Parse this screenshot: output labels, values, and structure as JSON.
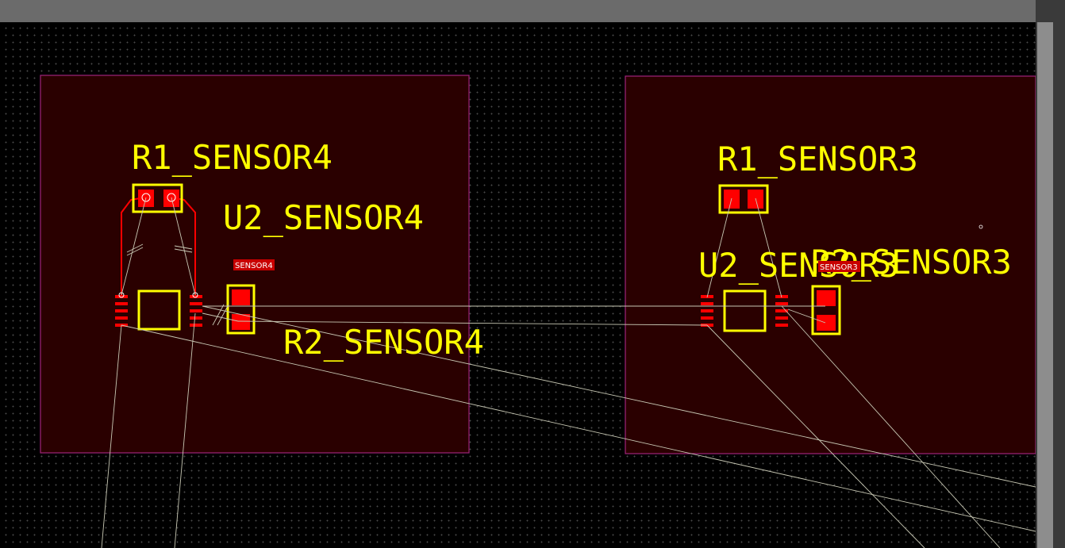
{
  "editor": {
    "colors": {
      "background": "#000000",
      "grid_dot": "#4a4a4a",
      "board_fill": "#2a0000",
      "board_outline": "#a0237a",
      "silkscreen": "#ffff00",
      "copper": "#ff0000",
      "ratsnest": "#c8c8b4",
      "toolbar": "#6b6b6b",
      "scrollbar": "#8d8d8d"
    }
  },
  "boards": [
    {
      "name": "SENSOR4",
      "tag": "SENSOR4",
      "labels": {
        "r1": "R1_SENSOR4",
        "u2": "U2_SENSOR4",
        "r2": "R2_SENSOR4"
      }
    },
    {
      "name": "SENSOR3",
      "tag": "SENSOR3",
      "labels": {
        "r1": "R1_SENSOR3",
        "u2": "U2_SENSOR3",
        "r2": "R2_SENSOR3"
      }
    }
  ]
}
